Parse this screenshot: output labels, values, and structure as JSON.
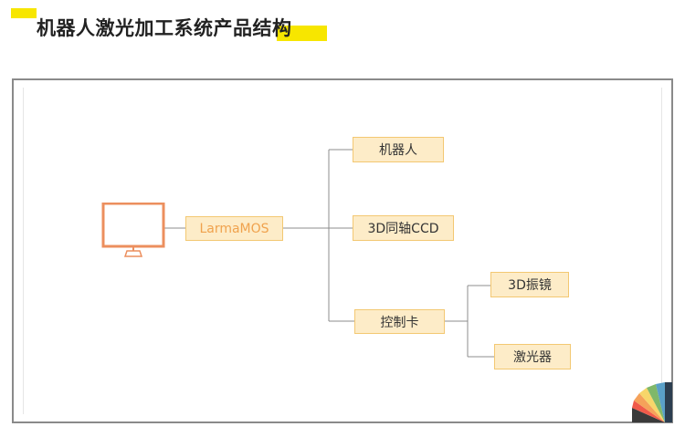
{
  "title": "机器人激光加工系统产品结构",
  "diagram": {
    "root": "LarmaMOS",
    "children": [
      "机器人",
      "3D同轴CCD",
      "控制卡"
    ],
    "control_card_children": [
      "3D振镜",
      "激光器"
    ]
  },
  "colors": {
    "title_highlight": "#f7e600",
    "node_fill": "#fdecc8",
    "node_border": "#f3c872",
    "root_text": "#f0a24d",
    "monitor_stroke": "#ec8f5e",
    "frame_border": "#8a8a8a",
    "connector": "#8c8c8c"
  },
  "icons": {
    "computer": "monitor-icon",
    "corner": "color-fan-icon"
  }
}
